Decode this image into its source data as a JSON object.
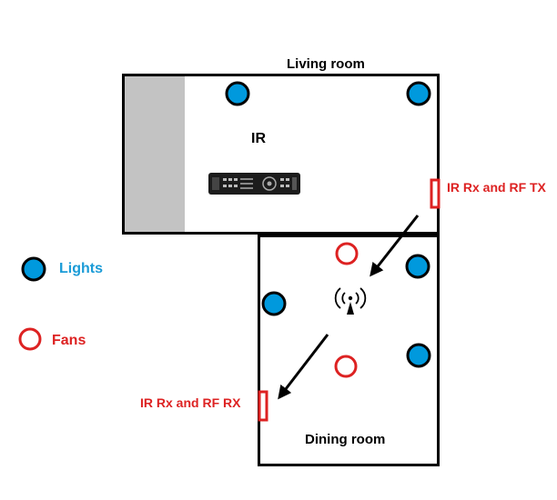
{
  "diagram": {
    "rooms": {
      "living_room_label": "Living room",
      "dining_room_label": "Dining room"
    },
    "remote": {
      "label": "IR",
      "icon": "ir-remote-control-icon"
    },
    "devices": {
      "tx_label": "IR Rx and RF TX",
      "rx_label": "IR Rx and RF RX",
      "rf_icon": "wireless-antenna-icon"
    },
    "legend": {
      "lights_label": "Lights",
      "fans_label": "Fans"
    },
    "colors": {
      "light_fill": "#0099dd",
      "fan_outline": "#dd2222",
      "device_red": "#dd2222",
      "legend_blue": "#1a9bd7",
      "wall": "#000000",
      "shaded_area": "#c3c3c3"
    }
  }
}
